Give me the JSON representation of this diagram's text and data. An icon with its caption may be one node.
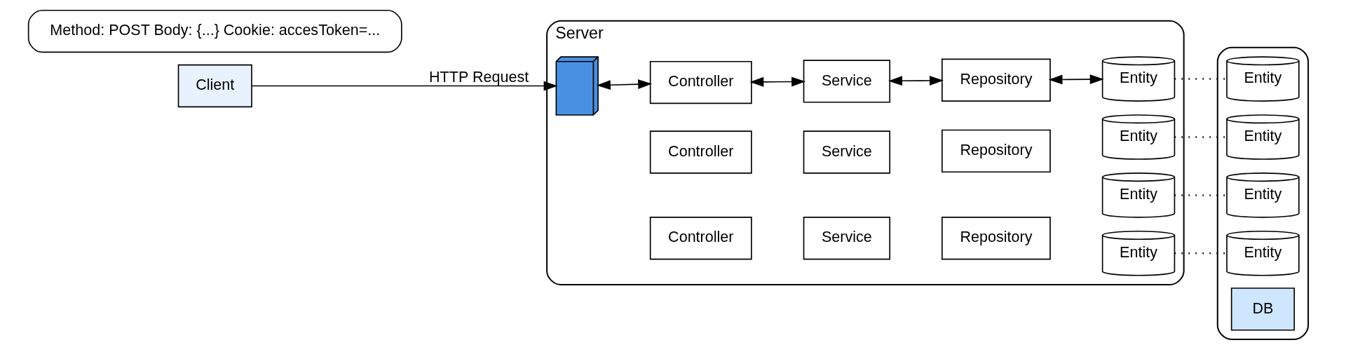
{
  "diagram": {
    "nodes": [
      {
        "text": [
          "Client"
        ]
      },
      {
        "text": [
          "Method: POST Body: {...} Cookie: accesToken=..."
        ]
      },
      {
        "text": [
          "Server"
        ]
      },
      {
        "text": [],
        "shape": "picture",
        "in": 2
      },
      {
        "text": [
          "Controller"
        ],
        "in": 2
      },
      {
        "text": [
          "Controller"
        ],
        "in": 2
      },
      {
        "text": [
          "Controller"
        ],
        "in": 2
      },
      {
        "text": [
          "Service"
        ],
        "in": 2
      },
      {
        "text": [
          "Service"
        ],
        "in": 2
      },
      {
        "text": [
          "Service"
        ],
        "in": 2
      },
      {
        "text": [
          "Repository"
        ],
        "in": 2
      },
      {
        "text": [
          "Repository"
        ],
        "in": 2
      },
      {
        "text": [
          "Repository"
        ],
        "in": 2
      },
      {
        "text": [
          "Entity"
        ],
        "in": 2
      },
      {
        "text": [
          "Entity"
        ],
        "in": 2
      },
      {
        "text": [
          "Entity"
        ],
        "in": 2
      },
      {
        "text": [
          "Entity"
        ],
        "in": 2
      },
      {
        "text": [],
        "shape": "box"
      },
      {
        "text": [
          "Entity"
        ],
        "in": 17
      },
      {
        "text": [
          "Entity"
        ],
        "in": 17
      },
      {
        "text": [
          "Entity"
        ],
        "in": 17
      },
      {
        "text": [
          "Entity"
        ],
        "in": 17
      },
      {
        "text": [
          "DB"
        ],
        "in": 17
      }
    ],
    "edges": [
      {
        "from": 0,
        "to": 3,
        "arrow": "to",
        "label": "HTTP Request"
      },
      {
        "from": 3,
        "to": 6,
        "arrow": "both"
      },
      {
        "from": 6,
        "to": 8,
        "arrow": "both"
      },
      {
        "from": 8,
        "to": 10,
        "arrow": "both"
      },
      {
        "from": 10,
        "to": 13,
        "arrow": "both"
      },
      {
        "from": 13,
        "to": 18,
        "arrow": "none",
        "style": "dashed"
      },
      {
        "from": 14,
        "to": 19,
        "arrow": "none",
        "style": "dashed"
      },
      {
        "from": 15,
        "to": 20,
        "arrow": "none",
        "style": "dashed"
      },
      {
        "from": 16,
        "to": 21,
        "arrow": "none",
        "style": "dashed"
      }
    ]
  }
}
